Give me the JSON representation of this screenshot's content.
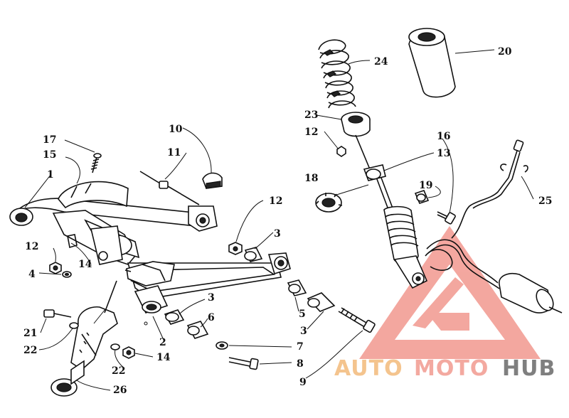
{
  "callouts": [
    {
      "id": "c17",
      "label": "17"
    },
    {
      "id": "c15",
      "label": "15"
    },
    {
      "id": "c1",
      "label": "1"
    },
    {
      "id": "c10",
      "label": "10"
    },
    {
      "id": "c11",
      "label": "11"
    },
    {
      "id": "c12a",
      "label": "12"
    },
    {
      "id": "c14a",
      "label": "14"
    },
    {
      "id": "c4",
      "label": "4"
    },
    {
      "id": "c12b",
      "label": "12"
    },
    {
      "id": "c3a",
      "label": "3"
    },
    {
      "id": "c3b",
      "label": "3"
    },
    {
      "id": "c6",
      "label": "6"
    },
    {
      "id": "c5",
      "label": "5"
    },
    {
      "id": "c3c",
      "label": "3"
    },
    {
      "id": "c2",
      "label": "2"
    },
    {
      "id": "c7",
      "label": "7"
    },
    {
      "id": "c8",
      "label": "8"
    },
    {
      "id": "c9",
      "label": "9"
    },
    {
      "id": "c21",
      "label": "21"
    },
    {
      "id": "c22a",
      "label": "22"
    },
    {
      "id": "c14b",
      "label": "14"
    },
    {
      "id": "c22b",
      "label": "22"
    },
    {
      "id": "c26",
      "label": "26"
    },
    {
      "id": "c24",
      "label": "24"
    },
    {
      "id": "c20",
      "label": "20"
    },
    {
      "id": "c23",
      "label": "23"
    },
    {
      "id": "c12c",
      "label": "12"
    },
    {
      "id": "c16",
      "label": "16"
    },
    {
      "id": "c13",
      "label": "13"
    },
    {
      "id": "c18",
      "label": "18"
    },
    {
      "id": "c19",
      "label": "19"
    },
    {
      "id": "c25",
      "label": "25"
    }
  ],
  "watermark": {
    "part1": "AUTO",
    "part2": "MOTO",
    "part3": "HUB",
    "color_auto": "#f4c48e",
    "color_moto": "#f3a9a0",
    "color_hub": "#7f7f7f",
    "logo_color": "#f08a80"
  }
}
